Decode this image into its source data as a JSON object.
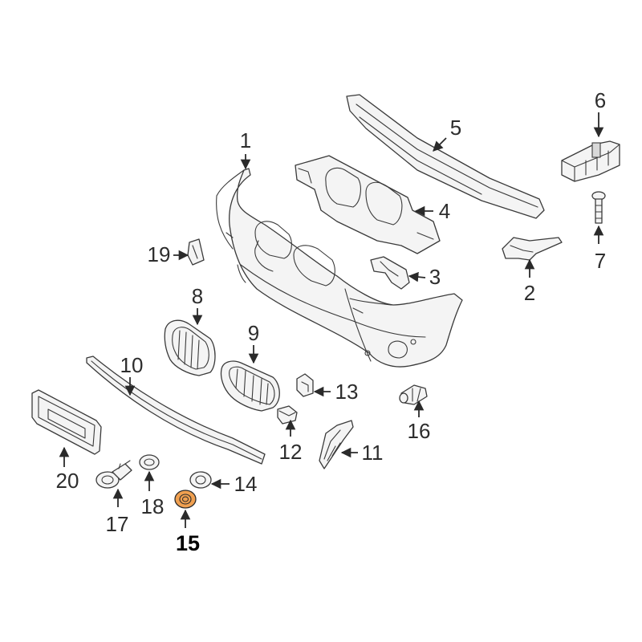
{
  "diagram": {
    "highlight_color": "#f0a050",
    "callouts": [
      {
        "id": "1",
        "label": "1"
      },
      {
        "id": "2",
        "label": "2"
      },
      {
        "id": "3",
        "label": "3"
      },
      {
        "id": "4",
        "label": "4"
      },
      {
        "id": "5",
        "label": "5"
      },
      {
        "id": "6",
        "label": "6"
      },
      {
        "id": "7",
        "label": "7"
      },
      {
        "id": "8",
        "label": "8"
      },
      {
        "id": "9",
        "label": "9"
      },
      {
        "id": "10",
        "label": "10"
      },
      {
        "id": "11",
        "label": "11"
      },
      {
        "id": "12",
        "label": "12"
      },
      {
        "id": "13",
        "label": "13"
      },
      {
        "id": "14",
        "label": "14"
      },
      {
        "id": "15",
        "label": "15",
        "highlighted": true
      },
      {
        "id": "16",
        "label": "16"
      },
      {
        "id": "17",
        "label": "17"
      },
      {
        "id": "18",
        "label": "18"
      },
      {
        "id": "19",
        "label": "19"
      },
      {
        "id": "20",
        "label": "20"
      }
    ]
  }
}
